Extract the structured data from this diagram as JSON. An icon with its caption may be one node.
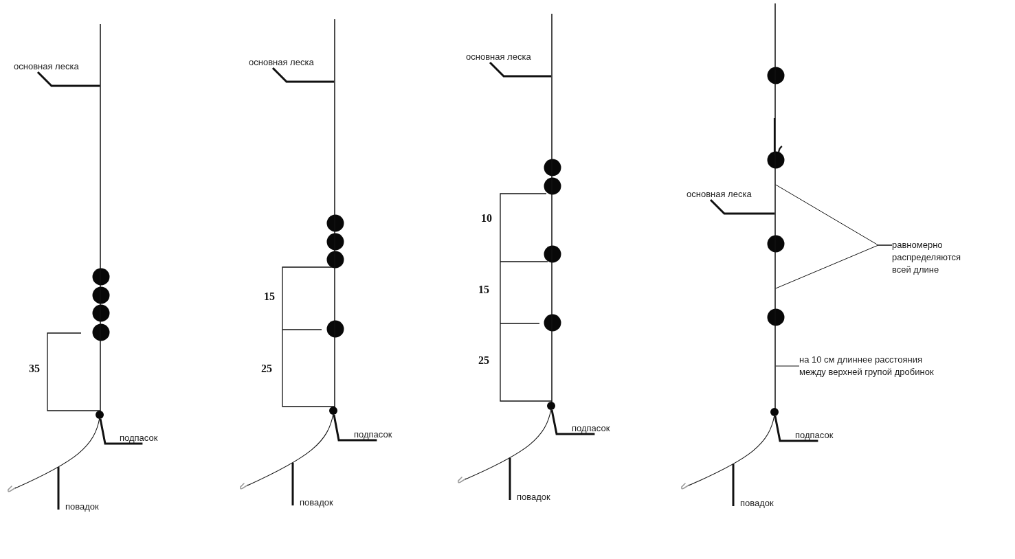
{
  "diagram": {
    "nodes": [
      {
        "text": [
          "основная леска"
        ]
      },
      {
        "text": [],
        "shape": "line"
      },
      {
        "text": [
          "подпасок"
        ]
      },
      {
        "text": [],
        "shape": "circle"
      },
      {
        "text": [
          "повадок"
        ]
      },
      {
        "text": [],
        "shape": "line"
      },
      {
        "text": [
          "основная леска"
        ]
      },
      {
        "text": [],
        "shape": "line"
      },
      {
        "text": [
          "подпасок"
        ]
      },
      {
        "text": [],
        "shape": "circle"
      },
      {
        "text": [
          "повадок"
        ]
      },
      {
        "text": [],
        "shape": "line"
      },
      {
        "text": [
          "основная леска"
        ]
      },
      {
        "text": [],
        "shape": "line"
      },
      {
        "text": [
          "подпасок"
        ]
      },
      {
        "text": [],
        "shape": "circle"
      },
      {
        "text": [
          "повадок"
        ]
      },
      {
        "text": [],
        "shape": "line"
      },
      {
        "text": [
          "основная леска"
        ]
      },
      {
        "text": [],
        "shape": "line"
      },
      {
        "text": [
          "равномерно распределяются всей длине"
        ]
      },
      {
        "text": [
          "на 10 см длиннее расстояния между верхней групой дробинок"
        ]
      },
      {
        "text": [
          "подпасок"
        ]
      },
      {
        "text": [],
        "shape": "circle"
      },
      {
        "text": [
          "повадок"
        ]
      },
      {
        "text": [],
        "shape": "line"
      }
    ],
    "edges": [
      {
        "from": 0,
        "to": 1,
        "arrow": "none"
      },
      {
        "from": 2,
        "to": 3,
        "arrow": "none"
      },
      {
        "from": 4,
        "to": 5,
        "arrow": "none"
      },
      {
        "from": 6,
        "to": 7,
        "arrow": "none"
      },
      {
        "from": 8,
        "to": 9,
        "arrow": "none"
      },
      {
        "from": 10,
        "to": 11,
        "arrow": "none"
      },
      {
        "from": 12,
        "to": 13,
        "arrow": "none"
      },
      {
        "from": 14,
        "to": 15,
        "arrow": "none"
      },
      {
        "from": 16,
        "to": 17,
        "arrow": "none"
      },
      {
        "from": 18,
        "to": 19,
        "arrow": "none"
      },
      {
        "from": 20,
        "to": 19,
        "arrow": "none"
      },
      {
        "from": 20,
        "to": 19,
        "arrow": "none"
      },
      {
        "from": 21,
        "to": 19,
        "arrow": "none"
      },
      {
        "from": 22,
        "to": 23,
        "arrow": "none"
      },
      {
        "from": 24,
        "to": 25,
        "arrow": "none"
      }
    ],
    "labels": [
      "35",
      "15",
      "25",
      "10",
      "15",
      "25"
    ]
  }
}
